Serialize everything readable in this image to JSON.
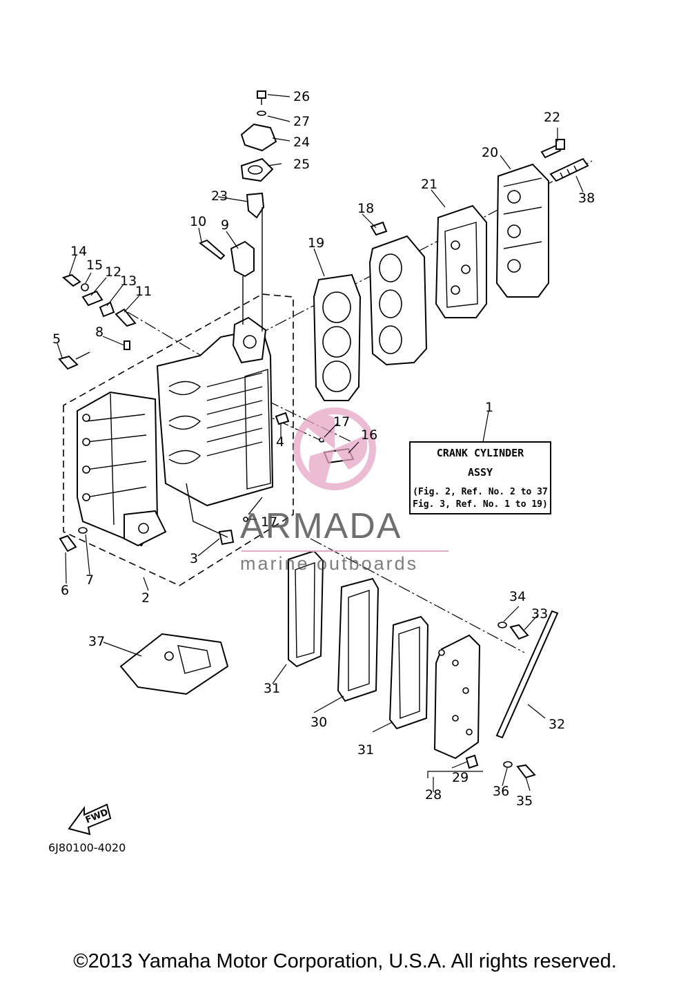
{
  "diagram": {
    "reference_box": {
      "line1": "CRANK CYLINDER",
      "line2": "ASSY",
      "line3": "(Fig. 2, Ref. No. 2 to 37",
      "line4": "Fig. 3, Ref. No. 1 to 19)"
    },
    "callouts": [
      "1",
      "2",
      "3",
      "4",
      "5",
      "6",
      "7",
      "8",
      "9",
      "10",
      "11",
      "12",
      "13",
      "14",
      "15",
      "16",
      "17",
      "17",
      "18",
      "19",
      "20",
      "21",
      "22",
      "23",
      "24",
      "25",
      "26",
      "27",
      "28",
      "29",
      "30",
      "31",
      "31",
      "32",
      "33",
      "34",
      "35",
      "36",
      "37",
      "38"
    ],
    "fwd_label": "FWD",
    "diagram_code": "6J80100-4020"
  },
  "watermark": {
    "title": "ARMADA",
    "subtitle": "marine outboards",
    "accent_color": "#e6a6c6"
  },
  "footer": {
    "copyright": "©2013 Yamaha Motor Corporation, U.S.A. All rights reserved."
  }
}
